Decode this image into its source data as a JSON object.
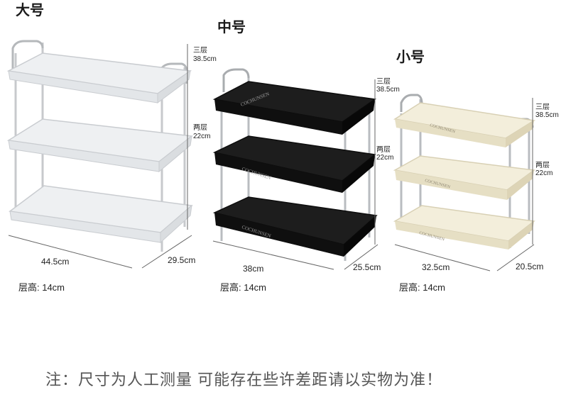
{
  "products": {
    "large": {
      "title": "大号",
      "height_three_label": "三层",
      "height_three_value": "38.5cm",
      "height_two_label": "两层",
      "height_two_value": "22cm",
      "width": "44.5cm",
      "depth": "29.5cm",
      "layer_height": "层高: 14cm",
      "color": "#e9ecef"
    },
    "medium": {
      "title": "中号",
      "height_three_label": "三层",
      "height_three_value": "38.5cm",
      "height_two_label": "两层",
      "height_two_value": "22cm",
      "width": "38cm",
      "depth": "25.5cm",
      "layer_height": "层高: 14cm",
      "brand": "COCHUNSEN",
      "color": "#151515"
    },
    "small": {
      "title": "小号",
      "height_three_label": "三层",
      "height_three_value": "38.5cm",
      "height_two_label": "两层",
      "height_two_value": "22cm",
      "width": "32.5cm",
      "depth": "20.5cm",
      "layer_height": "层高: 14cm",
      "brand": "COCHUNSEN",
      "color": "#efe9d3"
    }
  },
  "footer_note": "注：尺寸为人工测量 可能存在些许差距请以实物为准！"
}
